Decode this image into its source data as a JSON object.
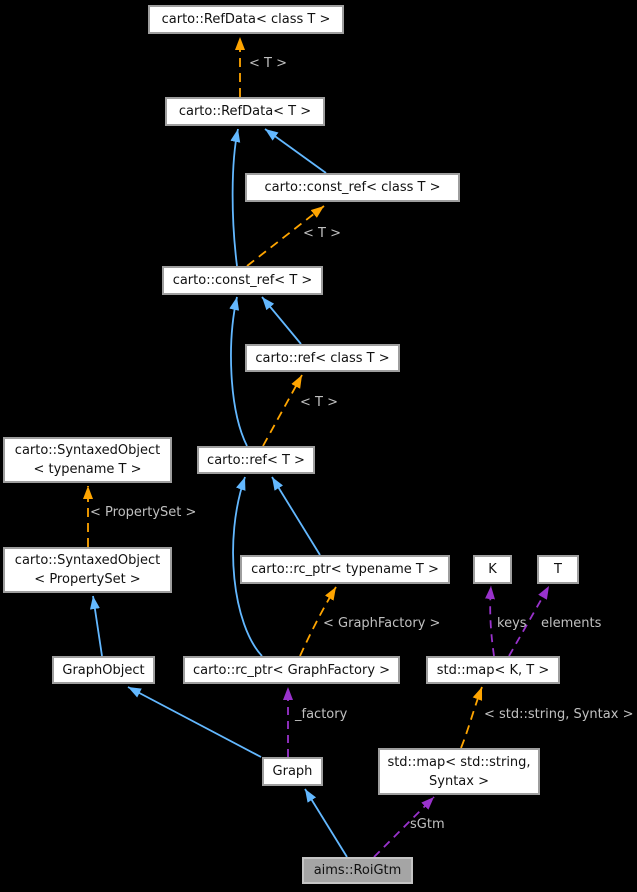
{
  "diagram": {
    "type": "class-collaboration-graph",
    "highlighted_node": "aims::RoiGtm",
    "colors": {
      "background": "#000000",
      "inheritance_edge": "#63B8FF",
      "template_edge": "#FFA500",
      "usage_edge": "#9932CC",
      "edge_label_text": "#C0C0C0",
      "node_fill": "#FFFFFF",
      "node_border": "#9E9E9E",
      "node_text": "#111111",
      "highlight_fill": "#A5A5A5",
      "highlight_border": "#C4C4C4"
    },
    "nodes": [
      {
        "id": "refdata-class-t",
        "label": "carto::RefData< class T >"
      },
      {
        "id": "refdata-t",
        "label": "carto::RefData< T >"
      },
      {
        "id": "const-ref-class-t",
        "label": "carto::const_ref< class T >"
      },
      {
        "id": "const-ref-t",
        "label": "carto::const_ref< T >"
      },
      {
        "id": "ref-class-t",
        "label": "carto::ref< class T >"
      },
      {
        "id": "ref-t",
        "label": "carto::ref< T >"
      },
      {
        "id": "syntaxed-object-typename-t",
        "lines": [
          "carto::SyntaxedObject",
          "< typename T >"
        ]
      },
      {
        "id": "syntaxed-object-propertyset",
        "lines": [
          "carto::SyntaxedObject",
          "< PropertySet >"
        ]
      },
      {
        "id": "rc-ptr-typename-t",
        "label": "carto::rc_ptr< typename T >"
      },
      {
        "id": "k",
        "label": "K"
      },
      {
        "id": "t",
        "label": "T"
      },
      {
        "id": "graphobject",
        "label": "GraphObject"
      },
      {
        "id": "rc-ptr-graphfactory",
        "label": "carto::rc_ptr< GraphFactory >"
      },
      {
        "id": "std-map-k-t",
        "label": "std::map< K, T >"
      },
      {
        "id": "graph",
        "label": "Graph"
      },
      {
        "id": "std-map-string-syntax",
        "lines": [
          "std::map< std::string,",
          "Syntax >"
        ]
      },
      {
        "id": "aims-roigtm",
        "label": "aims::RoiGtm",
        "highlighted": true
      }
    ],
    "edge_labels": [
      {
        "text": "< T >"
      },
      {
        "text": "< T >"
      },
      {
        "text": "< T >"
      },
      {
        "text": "< PropertySet >"
      },
      {
        "text": "< GraphFactory >"
      },
      {
        "text": "keys"
      },
      {
        "text": "elements"
      },
      {
        "text": "< std::string, Syntax >"
      },
      {
        "text": "_factory"
      },
      {
        "text": "sGtm"
      }
    ],
    "edges": [
      {
        "from": "carto::RefData< T >",
        "to": "carto::RefData< class T >",
        "kind": "template-instantiation",
        "label": "< T >"
      },
      {
        "from": "carto::const_ref< T >",
        "to": "carto::RefData< T >",
        "kind": "inheritance"
      },
      {
        "from": "carto::const_ref< class T >",
        "to": "carto::RefData< T >",
        "kind": "inheritance"
      },
      {
        "from": "carto::const_ref< T >",
        "to": "carto::const_ref< class T >",
        "kind": "template-instantiation",
        "label": "< T >"
      },
      {
        "from": "carto::ref< T >",
        "to": "carto::const_ref< T >",
        "kind": "inheritance"
      },
      {
        "from": "carto::ref< class T >",
        "to": "carto::const_ref< T >",
        "kind": "inheritance"
      },
      {
        "from": "carto::ref< T >",
        "to": "carto::ref< class T >",
        "kind": "template-instantiation",
        "label": "< T >"
      },
      {
        "from": "carto::rc_ptr< typename T >",
        "to": "carto::ref< T >",
        "kind": "inheritance"
      },
      {
        "from": "carto::rc_ptr< GraphFactory >",
        "to": "carto::ref< T >",
        "kind": "inheritance"
      },
      {
        "from": "carto::rc_ptr< GraphFactory >",
        "to": "carto::rc_ptr< typename T >",
        "kind": "template-instantiation",
        "label": "< GraphFactory >"
      },
      {
        "from": "carto::SyntaxedObject< PropertySet >",
        "to": "carto::SyntaxedObject< typename T >",
        "kind": "template-instantiation",
        "label": "< PropertySet >"
      },
      {
        "from": "GraphObject",
        "to": "carto::SyntaxedObject< PropertySet >",
        "kind": "inheritance"
      },
      {
        "from": "Graph",
        "to": "GraphObject",
        "kind": "inheritance"
      },
      {
        "from": "Graph",
        "to": "carto::rc_ptr< GraphFactory >",
        "kind": "usage",
        "label": "_factory"
      },
      {
        "from": "std::map< K, T >",
        "to": "K",
        "kind": "usage",
        "label": "keys"
      },
      {
        "from": "std::map< K, T >",
        "to": "T",
        "kind": "usage",
        "label": "elements"
      },
      {
        "from": "std::map< std::string, Syntax >",
        "to": "std::map< K, T >",
        "kind": "template-instantiation",
        "label": "< std::string, Syntax >"
      },
      {
        "from": "aims::RoiGtm",
        "to": "Graph",
        "kind": "inheritance"
      },
      {
        "from": "aims::RoiGtm",
        "to": "std::map< std::string, Syntax >",
        "kind": "usage",
        "label": "sGtm"
      }
    ]
  }
}
